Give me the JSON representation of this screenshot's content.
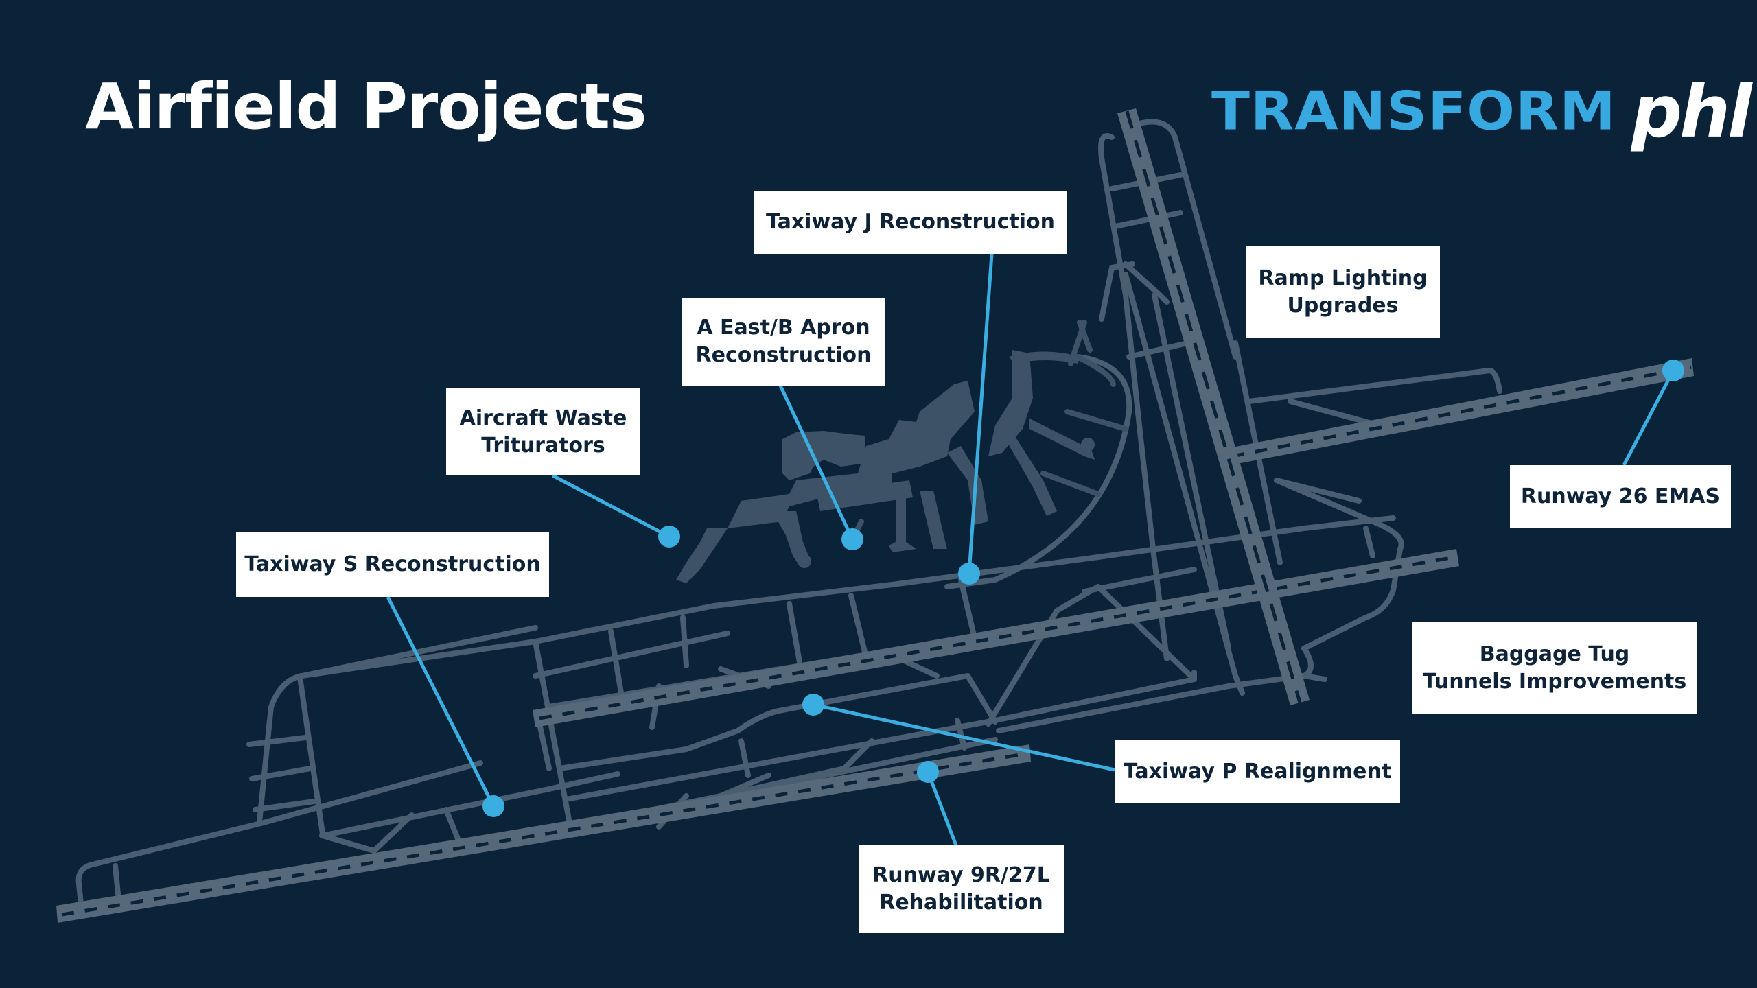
{
  "header": {
    "title": "Airfield Projects",
    "logo": {
      "primary": "TRANSFORM",
      "secondary": "phl"
    }
  },
  "colors": {
    "background": "#0b2339",
    "runway": "#56697b",
    "taxiway": "#4a5e72",
    "terminal": "#3d5266",
    "marker": "#3aaee0",
    "label_bg": "#ffffff",
    "label_text": "#0e2338",
    "logo_blue": "#37a9e0"
  },
  "projects": [
    {
      "id": "taxiway-j",
      "lines": [
        "Taxiway J Reconstruction"
      ],
      "marker": [
        1412,
        836
      ]
    },
    {
      "id": "ramp-lighting",
      "lines": [
        "Ramp Lighting",
        "Upgrades"
      ],
      "marker": null
    },
    {
      "id": "a-east-b-apron",
      "lines": [
        "A East/B Apron",
        "Reconstruction"
      ],
      "marker": [
        1242,
        786
      ]
    },
    {
      "id": "aircraft-waste",
      "lines": [
        "Aircraft Waste",
        "Triturators"
      ],
      "marker": [
        975,
        782
      ]
    },
    {
      "id": "taxiway-s",
      "lines": [
        "Taxiway S Reconstruction"
      ],
      "marker": [
        719,
        1175
      ]
    },
    {
      "id": "runway-26-emas",
      "lines": [
        "Runway 26 EMAS"
      ],
      "marker": [
        2438,
        540
      ]
    },
    {
      "id": "baggage-tug",
      "lines": [
        "Baggage Tug",
        "Tunnels Improvements"
      ],
      "marker": null
    },
    {
      "id": "taxiway-p",
      "lines": [
        "Taxiway P Realignment"
      ],
      "marker": [
        1185,
        1027
      ]
    },
    {
      "id": "runway-9r-27l",
      "lines": [
        "Runway 9R/27L",
        "Rehabilitation"
      ],
      "marker": [
        1352,
        1125
      ]
    }
  ]
}
